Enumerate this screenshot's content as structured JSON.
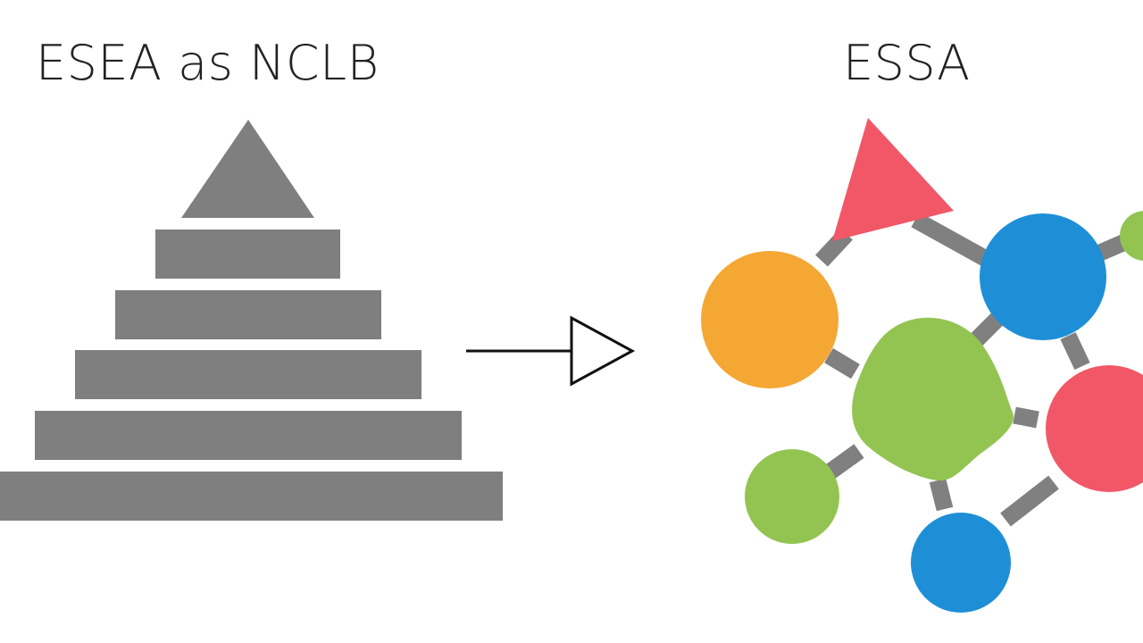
{
  "left": {
    "title": "ESEA as NCLB",
    "shape": "pyramid",
    "color": "#7f7f7f"
  },
  "right": {
    "title": "ESSA",
    "shape": "network",
    "colors": {
      "connector": "#808080",
      "red": "#f25767",
      "orange": "#f5a733",
      "blue": "#1e8fd6",
      "green": "#93c452"
    }
  },
  "transition_arrow": {
    "icon": "arrow-right-icon",
    "color": "#111111"
  }
}
